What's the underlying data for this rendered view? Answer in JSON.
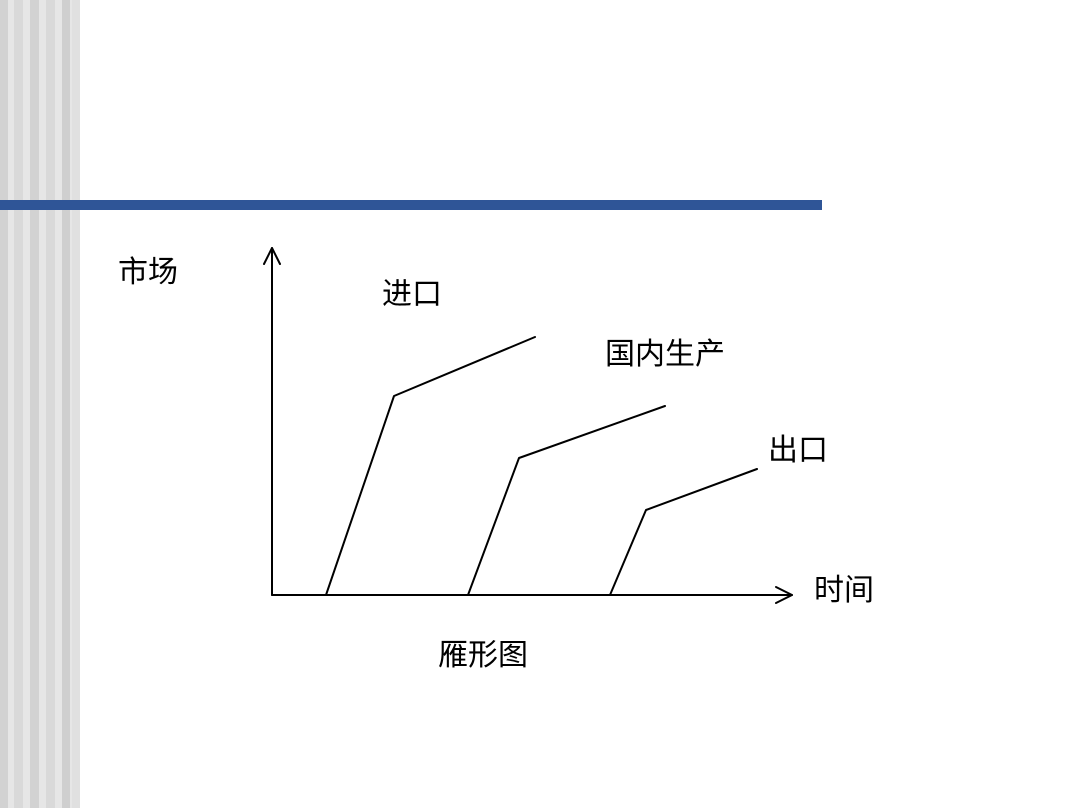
{
  "colors": {
    "accent_bar": "#2f5597",
    "stripe_light": "#dcdcdc",
    "stripe_dark": "#c4c4c4",
    "ink": "#000000"
  },
  "diagram": {
    "y_axis_label": "市场",
    "x_axis_label": "时间",
    "caption": "雁形图",
    "curves": [
      {
        "label": "进口"
      },
      {
        "label": "国内生产"
      },
      {
        "label": "出口"
      }
    ]
  }
}
